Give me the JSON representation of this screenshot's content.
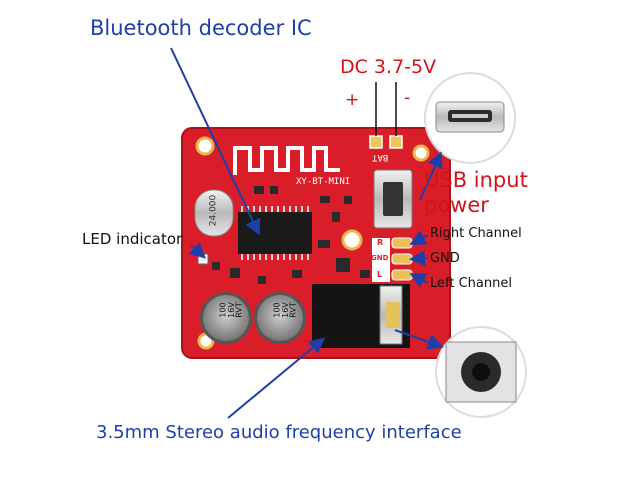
{
  "labels": {
    "bluetooth_ic": "Bluetooth decoder IC",
    "dc_voltage": "DC 3.7-5V",
    "plus": "+",
    "minus": "-",
    "usb_power_line1": "USB input",
    "usb_power_line2": "power",
    "led_indicator": "LED indicator",
    "right_channel": "Right Channel",
    "gnd": "GND",
    "left_channel": "Left Channel",
    "audio_interface": "3.5mm Stereo audio frequency interface"
  },
  "board": {
    "model": "XY-BT-MINI",
    "bat": "BAT",
    "crystal": "24.000",
    "pin_r": "R",
    "pin_gnd": "GND",
    "pin_l": "L",
    "cap1_line1": "100",
    "cap1_line2": "16V",
    "cap1_line3": "RVT",
    "cap2_line1": "100",
    "cap2_line2": "16V",
    "cap2_line3": "RVT"
  },
  "colors": {
    "pcb": "#d91e2a",
    "label_blue": "#1f3fa8",
    "label_red": "#d0141a",
    "arrow_blue": "#1f3fa8"
  },
  "icons": [
    "usb-port-icon",
    "audio-jack-icon",
    "arrow-icon"
  ]
}
